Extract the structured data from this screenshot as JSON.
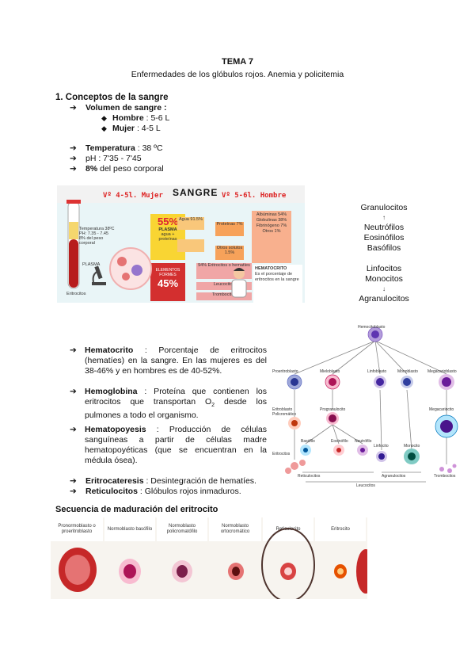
{
  "header": {
    "title": "TEMA 7",
    "subtitle": "Enfermedades de los glóbulos rojos. Anemia y policitemia"
  },
  "section1": {
    "heading": "1. Conceptos de la sangre",
    "volumen_label": "Volumen de sangre :",
    "hombre_label": "Hombre",
    "hombre_value": ": 5-6 L",
    "mujer_label": "Mujer",
    "mujer_value": ": 4-5 L",
    "temperatura_label": "Temperatura",
    "temperatura_value": ": 38 ºC",
    "ph_text": "pH : 7'35 - 7'45",
    "peso_bold": "8%",
    "peso_text": " del peso corporal"
  },
  "infographic": {
    "mujer": "Vº 4-5l. Mujer",
    "title": "SANGRE",
    "hombre": "Vº 5-6l. Hombre",
    "plasma_pct": "55%",
    "plasma_label": "PLASMA",
    "plasma_sub": "agua + proteínas",
    "elementos_label": "ELEMENTOS FORMES",
    "elementos_pct": "45%",
    "agua": "Agua 91.5%",
    "proteinas": "Proteínas 7%",
    "otros_solutos": "Otros solutos 1.5%",
    "eritrocitos": "94% Eritrocitos o hematíes",
    "leucocitos": "Leucocitos",
    "trombocitos": "Trombocitos",
    "hematocrito_lbl": "HEMATOCRITO",
    "hematocrito_def": "Es el porcentaje de eritrocitos en la sangre",
    "albuminas": "Albúminas 54%",
    "globulinas": "Globulinas 38%",
    "fibrinogeno": "Fibrinógeno 7%",
    "otros": "Otros 1%",
    "temp_note": "Temperatura 38ºC",
    "ph_note": "PH: 7.35 - 7.45",
    "peso_note": "8% del peso corporal",
    "plasma_tube": "PLASMA",
    "tube_bottom": "Eritrocitos"
  },
  "granulo_list": {
    "granulocitos": "Granulocitos",
    "neutrofilos": "Neutrófilos",
    "eosinofilos": "Eosinófilos",
    "basofilos": "Basófilos",
    "linfocitos": "Linfocitos",
    "monocitos": "Monocitos",
    "agranulocitos": "Agranulocitos",
    "up_arrow": "↑",
    "down_arrow": "↓"
  },
  "definitions": {
    "hematocrito_term": "Hematocrito",
    "hematocrito_text": " : Porcentaje de eritrocitos (hematíes) en la sangre. En las mujeres es del 38-46% y en hombres es de 40-52%.",
    "hemoglobina_term": "Hemoglobina",
    "hemoglobina_text": " : Proteína que contienen los eritrocitos que transportan O",
    "hemoglobina_sub": "2",
    "hemoglobina_text2": " desde los pulmones a todo el organismo.",
    "hematopoyesis_term": "Hematopoyesis",
    "hematopoyesis_text": " : Producción de células sanguíneas a partir de células madre hematopoyéticas (que se encuentran en la médula ósea).",
    "eritrocateresis_term": "Eritrocateresis",
    "eritrocateresis_text": " : Desintegración de hematíes.",
    "reticulocitos_term": "Reticulocitos",
    "reticulocitos_text": " : Glóbulos rojos inmaduros."
  },
  "hemato_diagram": {
    "hemocitoblasto": "Hemocitoblasto",
    "proeritroblasto": "Proeritroblasto",
    "mieloblasto": "Mieloblasto",
    "linfoblasto": "Linfoblasto",
    "monoblasto": "Monoblasto",
    "megacarioblasto": "Megacarioblasto",
    "eritroblasto": "Eritroblasto Policromático",
    "progranulocito": "Progranulocito",
    "megacariocito": "Megacariocito",
    "basofilo": "Basófilo",
    "eosinofilo": "Eosinófilo",
    "neutrofilo": "Neutrófilo",
    "linfocito": "Linfocito",
    "monocito": "Monocito",
    "eritrocitos": "Eritrocitos",
    "trombocitos": "Trombocitos",
    "reticulocitos": "Reticulocitos",
    "agranulocitos": "Agranulocitos",
    "leucocitos": "Leucocitos"
  },
  "maduracion": {
    "title": "Secuencia de maduración del eritrocito",
    "columns": [
      "Pronormoblasto o proeritroblasto",
      "Normoblasto basófilo",
      "Normoblasto policromatófilo",
      "Normoblasto ortocromático",
      "Reticulocito",
      "Eritrocito"
    ]
  }
}
